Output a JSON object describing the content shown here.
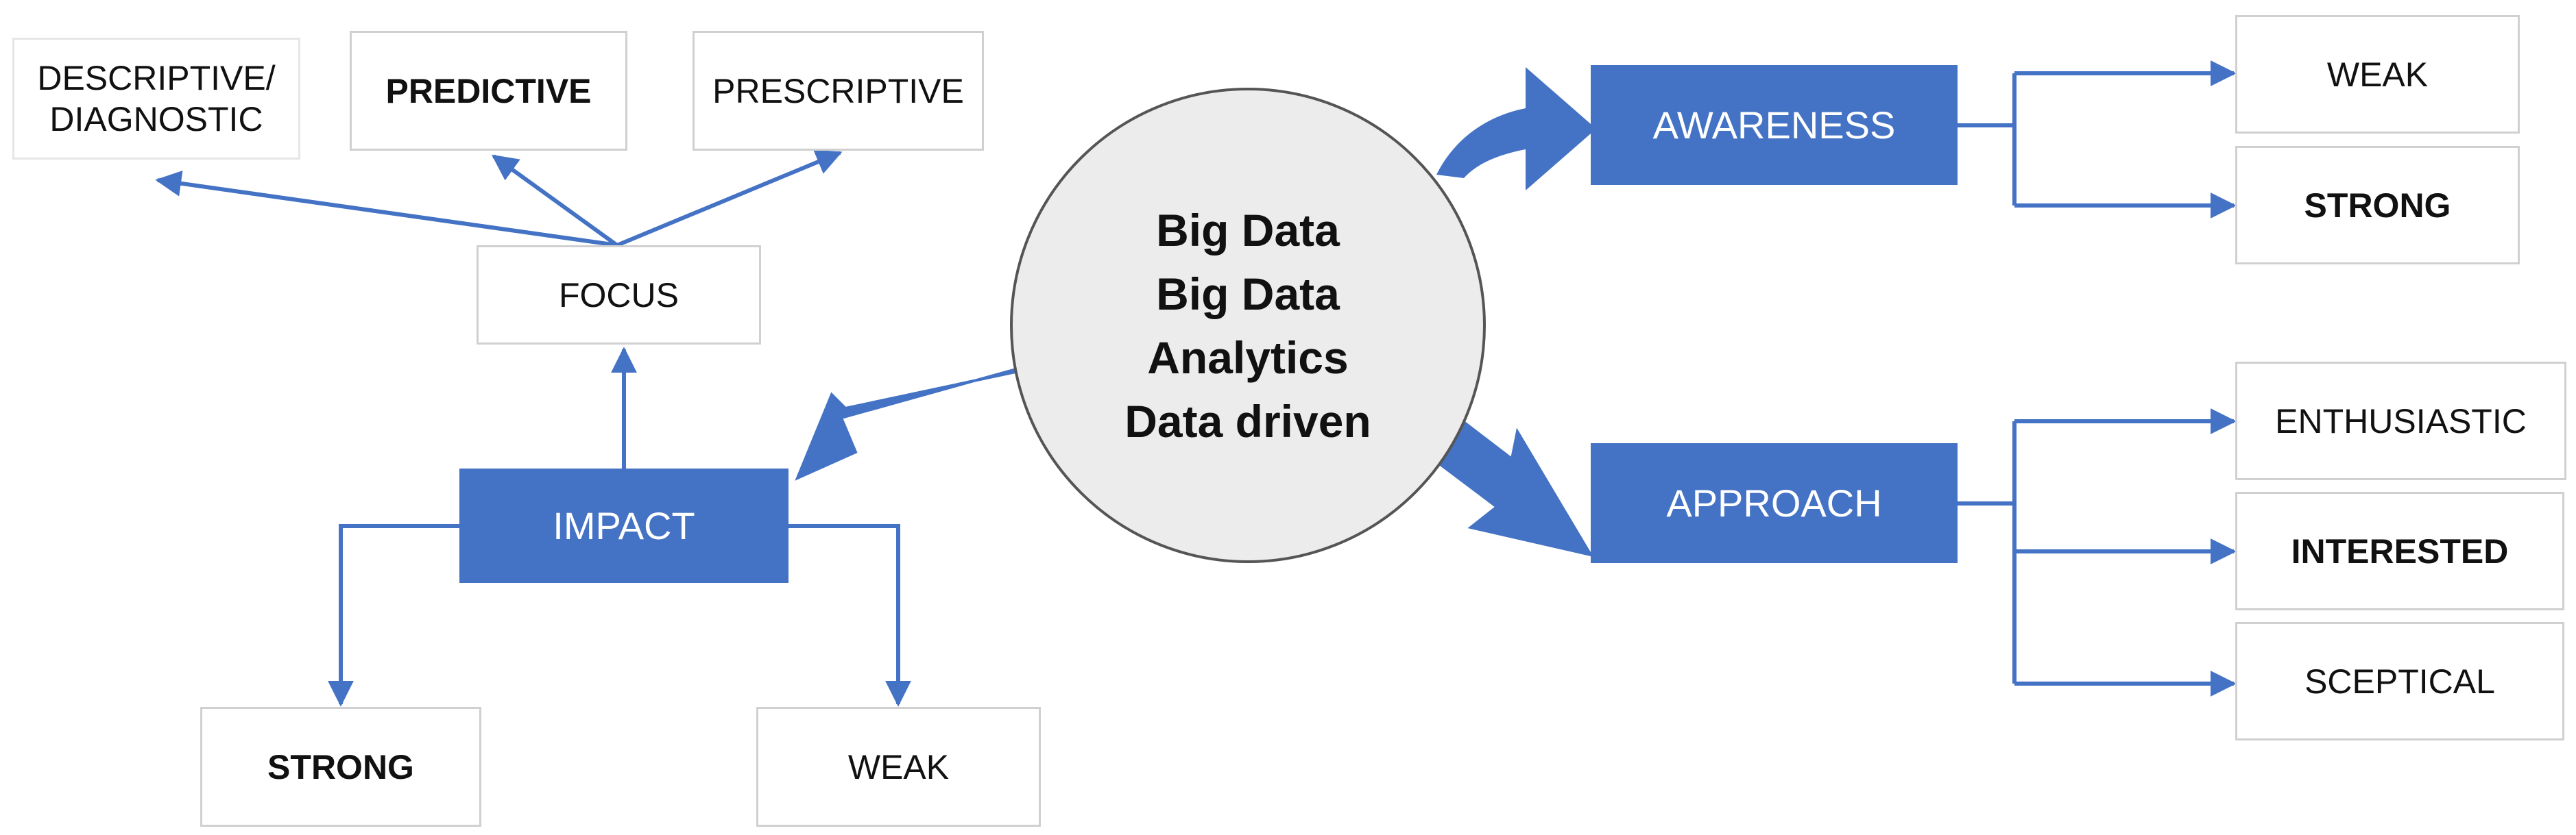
{
  "center": {
    "lines": [
      "Big Data",
      "Big Data",
      "Analytics",
      "Data driven"
    ]
  },
  "focus": {
    "label": "FOCUS",
    "options": [
      {
        "label": "DESCRIPTIVE/\nDIAGNOSTIC",
        "bold": false
      },
      {
        "label": "PREDICTIVE",
        "bold": true
      },
      {
        "label": "PRESCRIPTIVE",
        "bold": false
      }
    ]
  },
  "impact": {
    "label": "IMPACT",
    "options": [
      {
        "label": "STRONG",
        "bold": true
      },
      {
        "label": "WEAK",
        "bold": false
      }
    ]
  },
  "awareness": {
    "label": "AWARENESS",
    "options": [
      {
        "label": "WEAK",
        "bold": false
      },
      {
        "label": "STRONG",
        "bold": true
      }
    ]
  },
  "approach": {
    "label": "APPROACH",
    "options": [
      {
        "label": "ENTHUSIASTIC",
        "bold": false
      },
      {
        "label": "INTERESTED",
        "bold": true
      },
      {
        "label": "SCEPTICAL",
        "bold": false
      }
    ]
  },
  "colors": {
    "accent": "#4472c4",
    "accent_dark": "#3a62a8",
    "circle_fill": "#ececec",
    "circle_stroke": "#555555",
    "box_border": "#d0d0d0"
  }
}
